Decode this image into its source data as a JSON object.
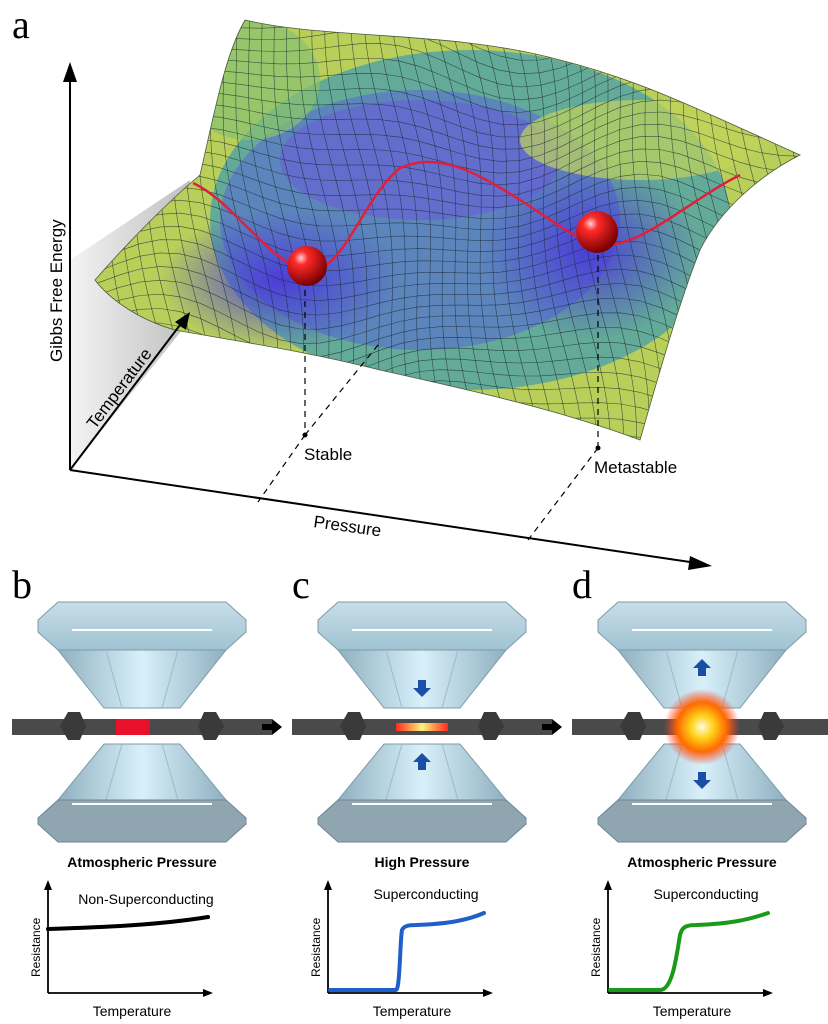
{
  "panel_a": {
    "letter": "a",
    "y_axis_label": "Gibbs Free Energy",
    "depth_axis_label": "Temperature",
    "x_axis_label": "Pressure",
    "minima": [
      "Stable",
      "Metastable"
    ]
  },
  "panels": [
    {
      "letter": "b",
      "title": "Atmospheric Pressure",
      "state": "Non-Superconducting",
      "y_label": "Resistance",
      "x_label": "Temperature",
      "curve_color": "#000000"
    },
    {
      "letter": "c",
      "title": "High Pressure",
      "state": "Superconducting",
      "y_label": "Resistance",
      "x_label": "Temperature",
      "curve_color": "#1f5fc9"
    },
    {
      "letter": "d",
      "title": "Atmospheric Pressure",
      "state": "Superconducting",
      "y_label": "Resistance",
      "x_label": "Temperature",
      "curve_color": "#1a9a1a"
    }
  ],
  "colors": {
    "surface_low": "#4d4de6",
    "surface_high": "#c8d85a",
    "path_line": "#e0203a",
    "ball": "#d81010",
    "sample_ambient": "#e8102a",
    "diamond": "#a9ccdc",
    "arrow_blue": "#1a4fa8"
  }
}
